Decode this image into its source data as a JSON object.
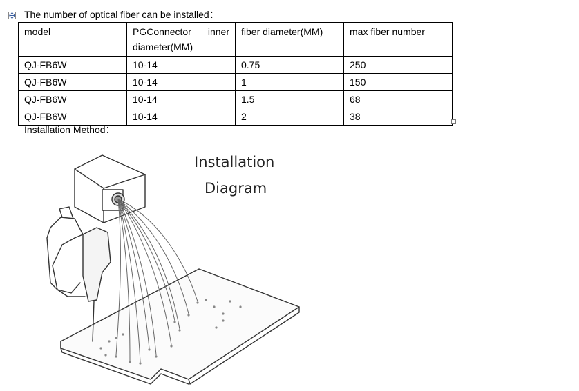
{
  "heading": "The number of optical fiber can be installed：",
  "table": {
    "headers": [
      "model",
      "PGConnector inner diameter(MM)",
      "fiber diameter(MM)",
      "max fiber number"
    ],
    "rows": [
      [
        "QJ-FB6W",
        "10-14",
        "0.75",
        "250"
      ],
      [
        "QJ-FB6W",
        "10-14",
        "1",
        "150"
      ],
      [
        "QJ-FB6W",
        "10-14",
        "1.5",
        "68"
      ],
      [
        "QJ-FB6W",
        "10-14",
        "2",
        "38"
      ]
    ]
  },
  "method_label": "Installation Method：",
  "diagram": {
    "title_line1": "Installation",
    "title_line2": "Diagram"
  }
}
